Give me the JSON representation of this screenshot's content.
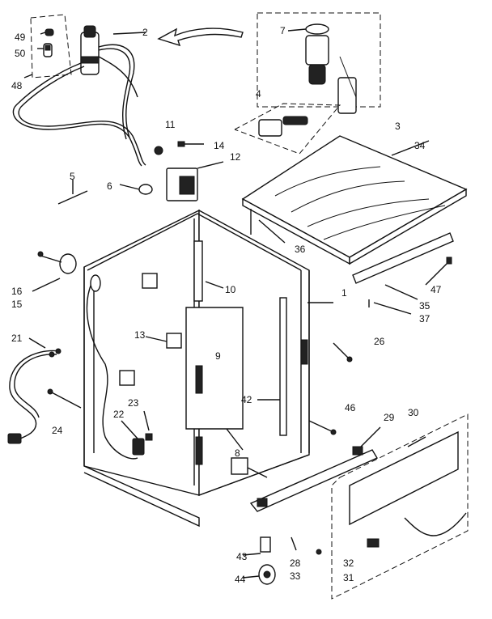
{
  "callouts": [
    "49",
    "50",
    "48",
    "2",
    "7",
    "4",
    "3",
    "11",
    "14",
    "12",
    "34",
    "5",
    "6",
    "36",
    "16",
    "15",
    "10",
    "1",
    "47",
    "35",
    "37",
    "13",
    "21",
    "26",
    "9",
    "42",
    "24",
    "23",
    "22",
    "46",
    "29",
    "30",
    "8",
    "43",
    "28",
    "44",
    "33",
    "32",
    "31"
  ]
}
